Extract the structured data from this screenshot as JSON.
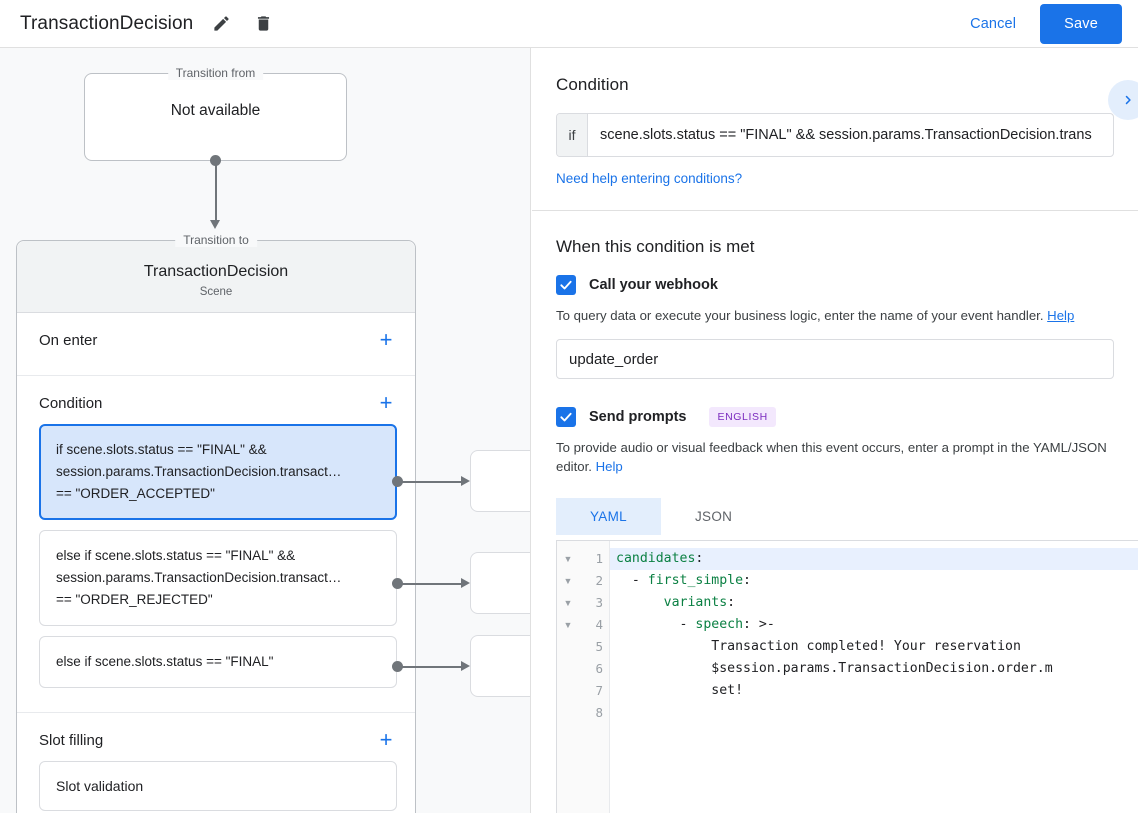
{
  "topbar": {
    "title": "TransactionDecision",
    "edit_icon": "pencil-icon",
    "delete_icon": "trash-icon",
    "cancel_label": "Cancel",
    "save_label": "Save",
    "accent_color": "#1a73e8"
  },
  "graph": {
    "transition_from": {
      "legend": "Transition from",
      "value": "Not available"
    },
    "transition_to": {
      "legend": "Transition to",
      "name": "TransactionDecision",
      "type": "Scene"
    },
    "sections": [
      {
        "title": "On enter",
        "add_label": "+"
      },
      {
        "title": "Condition",
        "add_label": "+"
      },
      {
        "title": "Slot filling",
        "add_label": "+"
      }
    ],
    "conditions": [
      {
        "line1": "if scene.slots.status == \"FINAL\" &&",
        "line2": "session.params.TransactionDecision.transact…",
        "line3": "== \"ORDER_ACCEPTED\"",
        "selected": true
      },
      {
        "line1": "else if scene.slots.status == \"FINAL\" &&",
        "line2": "session.params.TransactionDecision.transact…",
        "line3": "== \"ORDER_REJECTED\"",
        "selected": false
      },
      {
        "line1": "else if scene.slots.status == \"FINAL\"",
        "line2": "",
        "line3": "",
        "selected": false
      }
    ],
    "slot_filling": {
      "item_label": "Slot validation"
    }
  },
  "details": {
    "condition_heading": "Condition",
    "collapse_icon": "chevron-right-icon",
    "if_label": "if",
    "condition_value": "scene.slots.status == \"FINAL\" && session.params.TransactionDecision.trans",
    "condition_help_link": "Need help entering conditions?",
    "when_met_heading": "When this condition is met",
    "webhook": {
      "checked": true,
      "label": "Call your webhook",
      "hint": "To query data or execute your business logic, enter the name of your event handler.",
      "hint_link": "Help",
      "value": "update_order"
    },
    "prompts": {
      "checked": true,
      "label": "Send prompts",
      "badge": "ENGLISH",
      "badge_bg": "#f3e8fd",
      "badge_fg": "#7b2cbf",
      "hint": "To provide audio or visual feedback when this event occurs, enter a prompt in the YAML/JSON editor.",
      "hint_link": "Help",
      "tabs": [
        {
          "label": "YAML",
          "active": true
        },
        {
          "label": "JSON",
          "active": false
        }
      ]
    },
    "editor": {
      "line_numbers": [
        "1",
        "2",
        "3",
        "4",
        "5",
        "6",
        "7",
        "8"
      ],
      "fold_rows": [
        true,
        true,
        true,
        true,
        false,
        false,
        false,
        false
      ],
      "highlight_line": 1,
      "lines": [
        {
          "key": "candidates",
          "prefix": "",
          "suffix": ":",
          "plain": ""
        },
        {
          "key": "first_simple",
          "prefix": "  - ",
          "suffix": ":",
          "plain": ""
        },
        {
          "key": "variants",
          "prefix": "      ",
          "suffix": ":",
          "plain": ""
        },
        {
          "key": "speech",
          "prefix": "        - ",
          "suffix": ":",
          "plain": " >-"
        },
        {
          "key": "",
          "prefix": "",
          "suffix": "",
          "plain": "            Transaction completed! Your reservation"
        },
        {
          "key": "",
          "prefix": "",
          "suffix": "",
          "plain": "            $session.params.TransactionDecision.order.m"
        },
        {
          "key": "",
          "prefix": "",
          "suffix": "",
          "plain": "            set!"
        },
        {
          "key": "",
          "prefix": "",
          "suffix": "",
          "plain": ""
        }
      ]
    }
  }
}
